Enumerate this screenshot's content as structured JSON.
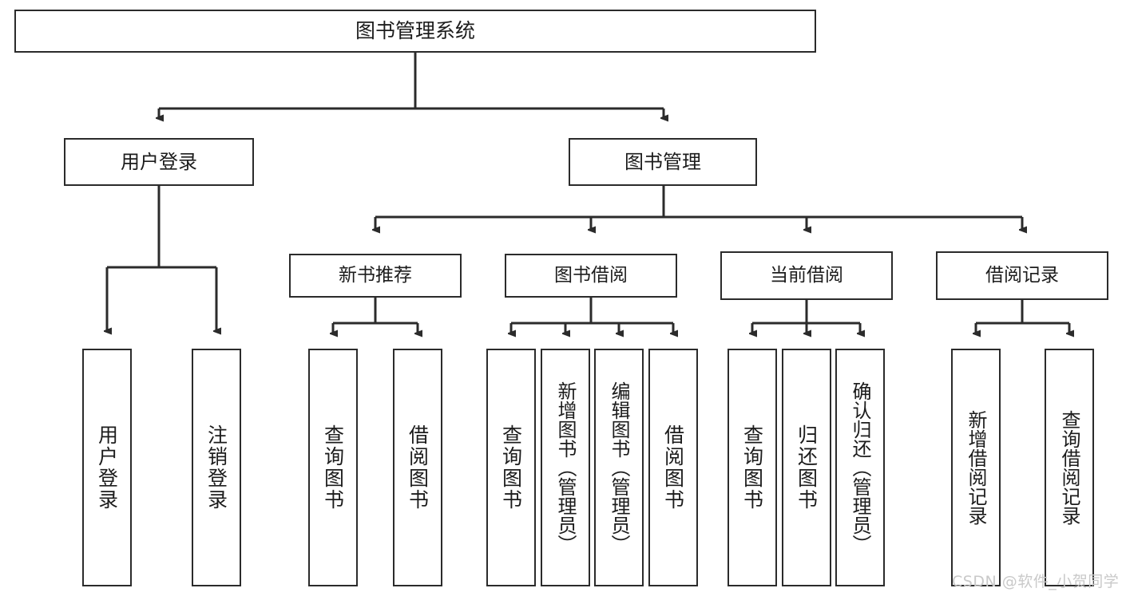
{
  "diagram": {
    "title": "图书管理系统",
    "type": "tree-hierarchy-diagram",
    "colors": {
      "stroke": "#2b2b2b",
      "fill": "#ffffff",
      "text": "#1c1c1c",
      "watermark": "#c9c9c9"
    },
    "root": {
      "label": "图书管理系统"
    },
    "level2": [
      {
        "label": "用户登录"
      },
      {
        "label": "图书管理"
      }
    ],
    "level3": [
      {
        "label": "新书推荐"
      },
      {
        "label": "图书借阅"
      },
      {
        "label": "当前借阅"
      },
      {
        "label": "借阅记录"
      }
    ],
    "leaves": {
      "user_login": [
        {
          "label": "用户登录"
        },
        {
          "label": "注销登录"
        }
      ],
      "new_book_recommend": [
        {
          "label": "查询图书"
        },
        {
          "label": "借阅图书"
        }
      ],
      "book_borrow": [
        {
          "label": "查询图书"
        },
        {
          "label": "新增图书（管理员）"
        },
        {
          "label": "编辑图书（管理员）"
        },
        {
          "label": "借阅图书"
        }
      ],
      "current_borrow": [
        {
          "label": "查询图书"
        },
        {
          "label": "归还图书"
        },
        {
          "label": "确认归还（管理员）"
        }
      ],
      "borrow_record": [
        {
          "label": "新增借阅记录"
        },
        {
          "label": "查询借阅记录"
        }
      ]
    }
  },
  "watermark": {
    "text": "CSDN @软件_小贺同学"
  }
}
